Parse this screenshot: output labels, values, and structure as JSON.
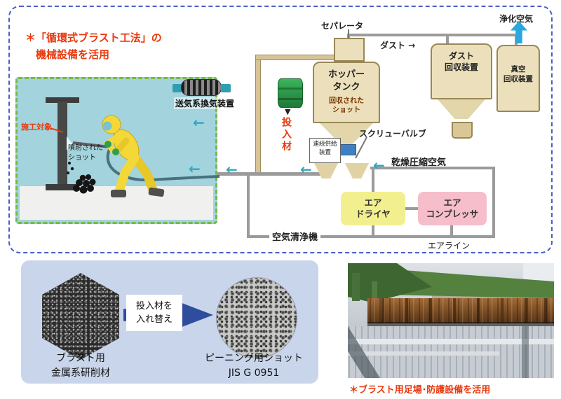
{
  "machine_diagram": {
    "title": "＊「循環式ブラスト工法」の\n　機械設備を活用",
    "separator_label": "セパレータ",
    "ventilator_label": "送気系換気装置",
    "work_target_label": "施工対象",
    "sprayed_shot_label": "噴射された\nショット",
    "feed_material_label": "投入材",
    "hopper_tank_label": "ホッパー\nタンク",
    "recovered_shot_label": "回収された\nショット",
    "continuous_feeder_label": "連続供給\n装置",
    "screw_valve_label": "スクリューバルブ",
    "dust_label": "ダスト →",
    "dust_collector_label": "ダスト\n回収装置",
    "vacuum_collector_label": "真空\n回収装置",
    "purified_air_label": "浄化空気",
    "dry_compressed_air_label": "乾燥圧縮空気",
    "air_dryer_label": "エア\nドライヤ",
    "air_compressor_label": "エア\nコンプレッサ",
    "air_purifier_label": "空気清浄機",
    "air_line_label": "エアライン",
    "flow_arrow_glyph": "←",
    "drop_arrow_glyph": "▼"
  },
  "material_swap": {
    "from_label": "ブラスト用\n金属系研削材",
    "swap_label": "投入材を\n入れ替え",
    "to_label": "ピーニング用ショット\nJIS G 0951"
  },
  "site_photo": {
    "caption": "＊ブラスト用足場･防護設備を活用"
  },
  "colors": {
    "accent_red": "#e8380d",
    "frame_blue": "#4a5fc8",
    "panel_border_green": "#79b845",
    "flow_teal": "#2fa8bf",
    "tank_tan": "#ece0bc",
    "air_dryer_yellow": "#f2ef8e",
    "air_compressor_pink": "#f6bdca",
    "barrel_green": "#2f9e53",
    "swap_arrow_blue": "#2e4d9c"
  }
}
